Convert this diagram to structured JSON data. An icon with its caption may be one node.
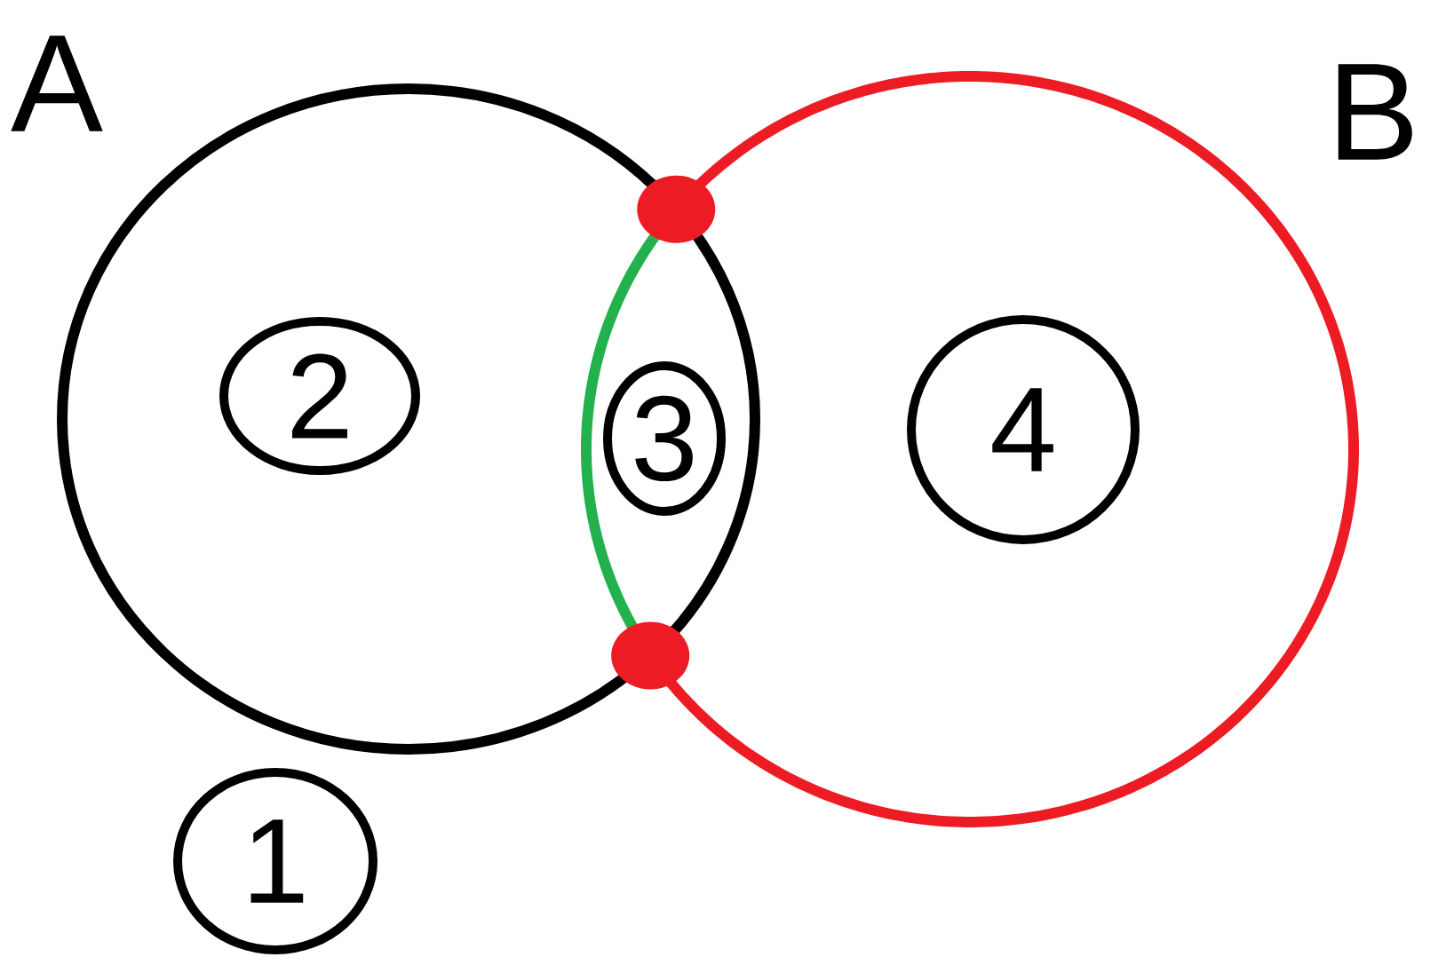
{
  "diagram": {
    "nodes": [
      {
        "text": [
          "A"
        ]
      },
      {
        "text": [
          "B"
        ]
      },
      {
        "text": [
          "2"
        ],
        "in": 0
      },
      {
        "text": [
          "3"
        ]
      },
      {
        "text": [
          "4"
        ],
        "in": 1
      },
      {
        "text": [
          "1"
        ]
      }
    ]
  }
}
